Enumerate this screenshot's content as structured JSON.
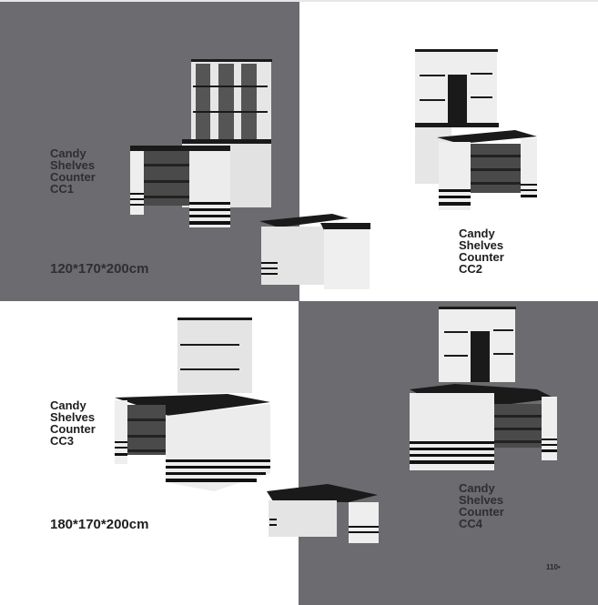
{
  "colors": {
    "panel_gray": "#6b6b70",
    "panel_white": "#ffffff",
    "counter_top": "#1a1a1a",
    "cabinet": "#e8e8e8"
  },
  "products": [
    {
      "lines": [
        "Candy",
        "Shelves",
        "Counter",
        "CC1"
      ],
      "dimensions": "120*170*200cm"
    },
    {
      "lines": [
        "Candy",
        "Shelves",
        "Counter",
        "CC2"
      ]
    },
    {
      "lines": [
        "Candy",
        "Shelves",
        "Counter",
        "CC3"
      ],
      "dimensions": "180*170*200cm"
    },
    {
      "lines": [
        "Candy",
        "Shelves",
        "Counter",
        "CC4"
      ]
    }
  ],
  "page_number": "110•"
}
